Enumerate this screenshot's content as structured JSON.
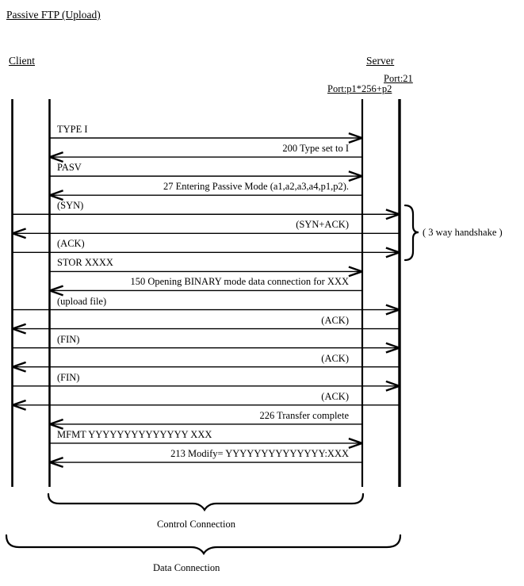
{
  "title": "Passive FTP (Upload)",
  "client_label": "Client",
  "server_label": "Server",
  "server_ports": {
    "control": "Port:21",
    "data": "Port:p1*256+p2"
  },
  "annotations": {
    "handshake_label": "( 3 way handshake )",
    "control_brace_label": "Control Connection",
    "data_brace_label": "Data Connection"
  },
  "colors": {
    "ink": "#000000",
    "background": "#ffffff"
  },
  "messages": [
    {
      "label": "TYPE I",
      "from": "client",
      "to": "server",
      "connection": "control"
    },
    {
      "label": "200 Type set to I",
      "from": "server",
      "to": "client",
      "connection": "control"
    },
    {
      "label": "PASV",
      "from": "client",
      "to": "server",
      "connection": "control"
    },
    {
      "label": "27 Entering Passive Mode (a1,a2,a3,a4,p1,p2).",
      "from": "server",
      "to": "client",
      "connection": "control"
    },
    {
      "label": "(SYN)",
      "from": "client",
      "to": "server",
      "connection": "data"
    },
    {
      "label": "(SYN+ACK)",
      "from": "server",
      "to": "client",
      "connection": "data"
    },
    {
      "label": "(ACK)",
      "from": "client",
      "to": "server",
      "connection": "data"
    },
    {
      "label": "STOR XXXX",
      "from": "client",
      "to": "server",
      "connection": "control"
    },
    {
      "label": "150 Opening BINARY mode data connection for XXX",
      "from": "server",
      "to": "client",
      "connection": "control"
    },
    {
      "label": "(upload file)",
      "from": "client",
      "to": "server",
      "connection": "data"
    },
    {
      "label": "(ACK)",
      "from": "server",
      "to": "client",
      "connection": "data"
    },
    {
      "label": "(FIN)",
      "from": "client",
      "to": "server",
      "connection": "data"
    },
    {
      "label": "(ACK)",
      "from": "server",
      "to": "client",
      "connection": "data"
    },
    {
      "label": "(FIN)",
      "from": "client",
      "to": "server",
      "connection": "data"
    },
    {
      "label": "(ACK)",
      "from": "server",
      "to": "client",
      "connection": "data"
    },
    {
      "label": "226 Transfer complete",
      "from": "server",
      "to": "client",
      "connection": "control"
    },
    {
      "label": "MFMT YYYYYYYYYYYYYY XXX",
      "from": "client",
      "to": "server",
      "connection": "control"
    },
    {
      "label": "213 Modify= YYYYYYYYYYYYYY:XXX",
      "from": "server",
      "to": "client",
      "connection": "control"
    }
  ]
}
